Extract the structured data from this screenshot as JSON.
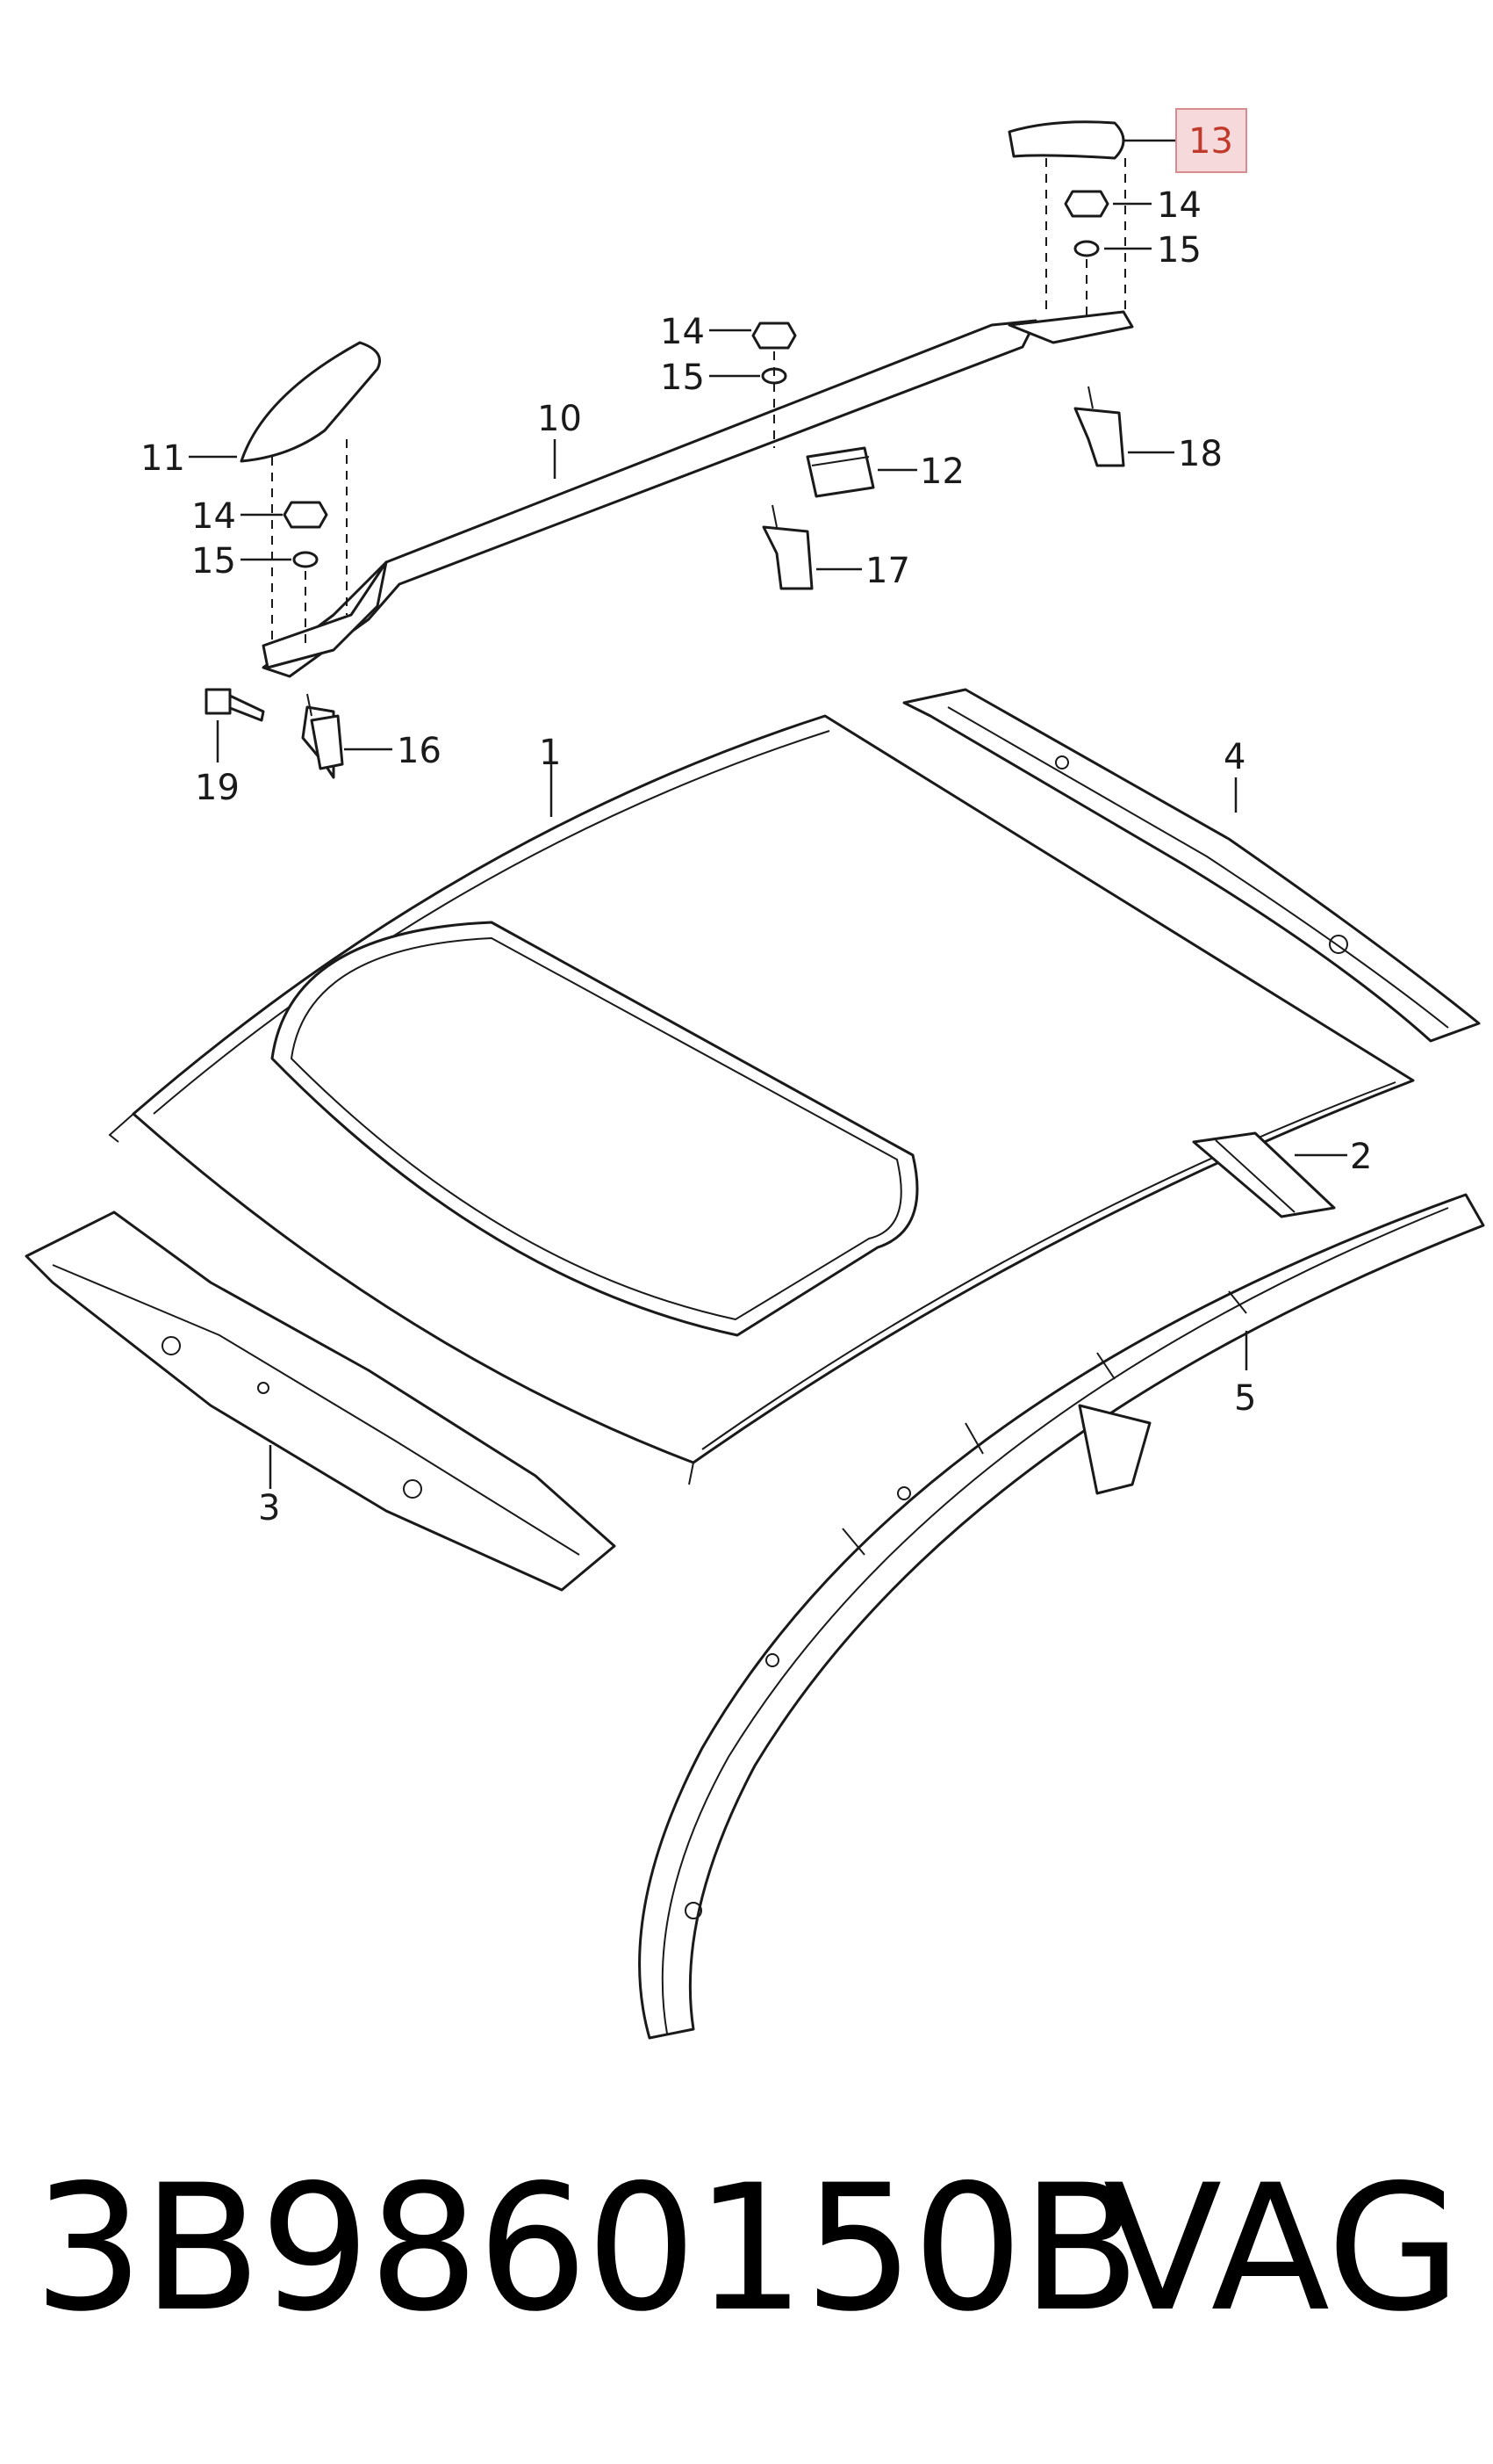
{
  "callouts": {
    "c1": "1",
    "c2": "2",
    "c3": "3",
    "c4": "4",
    "c5": "5",
    "c10": "10",
    "c11": "11",
    "c12": "12",
    "c13": "13",
    "c14a": "14",
    "c14b": "14",
    "c14c": "14",
    "c15a": "15",
    "c15b": "15",
    "c15c": "15",
    "c16": "16",
    "c17": "17",
    "c18": "18",
    "c19": "19"
  },
  "highlight_color": "#f6dadb",
  "footer": {
    "part_number": "3B9860150B",
    "brand": "VAG"
  }
}
